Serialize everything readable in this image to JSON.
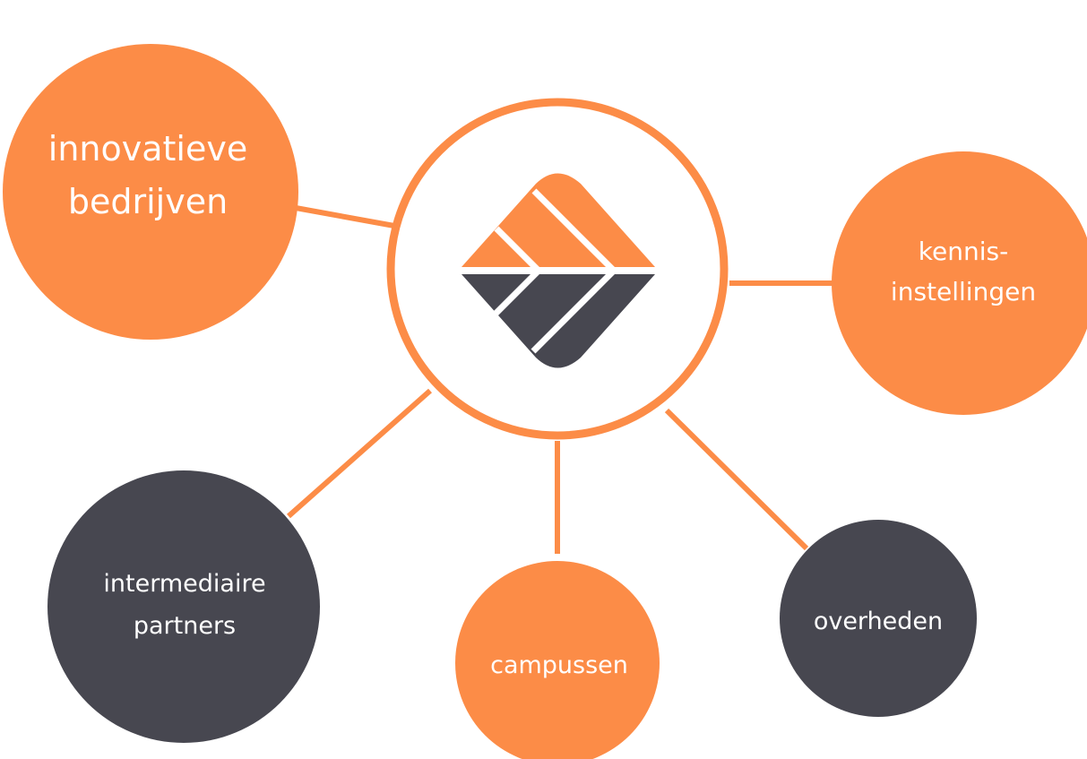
{
  "colors": {
    "orange": "#FC8C47",
    "dark": "#474750",
    "background": "#FFFFFF"
  },
  "hub": {
    "logo_icon": "diamond-chevron-logo"
  },
  "nodes": {
    "innovatieve_bedrijven": {
      "line1": "innovatieve",
      "line2": "bedrijven",
      "color": "orange"
    },
    "kennisinstellingen": {
      "line1": "kennis-",
      "line2": "instellingen",
      "color": "orange"
    },
    "intermediaire_partners": {
      "line1": "intermediaire",
      "line2": "partners",
      "color": "dark"
    },
    "campussen": {
      "line1": "campussen",
      "color": "orange"
    },
    "overheden": {
      "line1": "overheden",
      "color": "dark"
    }
  }
}
